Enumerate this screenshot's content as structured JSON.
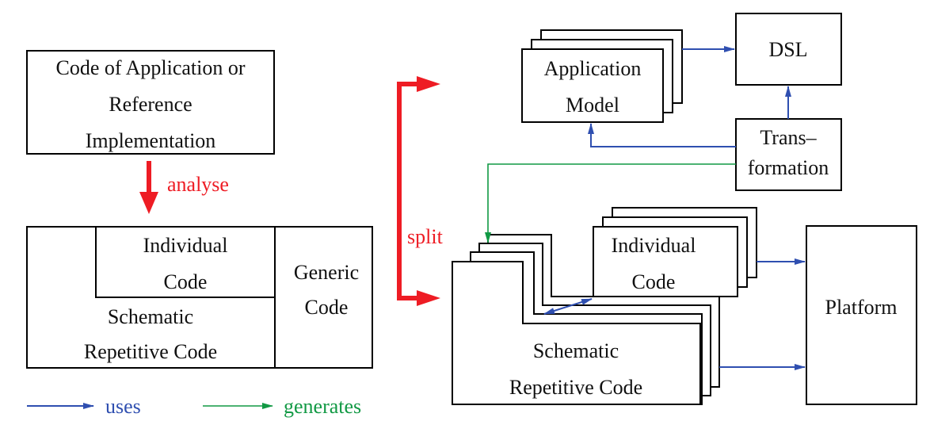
{
  "colors": {
    "uses": "#2f4fb0",
    "generates": "#119944",
    "split": "#ee1c24",
    "analyse": "#ee1c24"
  },
  "left": {
    "source": [
      "Code of Application or",
      "Reference",
      "Implementation"
    ],
    "analyse_label": "analyse",
    "individual": [
      "Individual",
      "Code"
    ],
    "schematic": [
      "Schematic",
      "Repetitive Code"
    ],
    "generic": [
      "Generic",
      "Code"
    ]
  },
  "split_label": "split",
  "right": {
    "application_model": [
      "Application",
      "Model"
    ],
    "dsl": "DSL",
    "transformation": [
      "Trans–",
      "formation"
    ],
    "individual": [
      "Individual",
      "Code"
    ],
    "schematic": [
      "Schematic",
      "Repetitive Code"
    ],
    "platform": "Platform"
  },
  "legend": {
    "uses": "uses",
    "generates": "generates"
  }
}
